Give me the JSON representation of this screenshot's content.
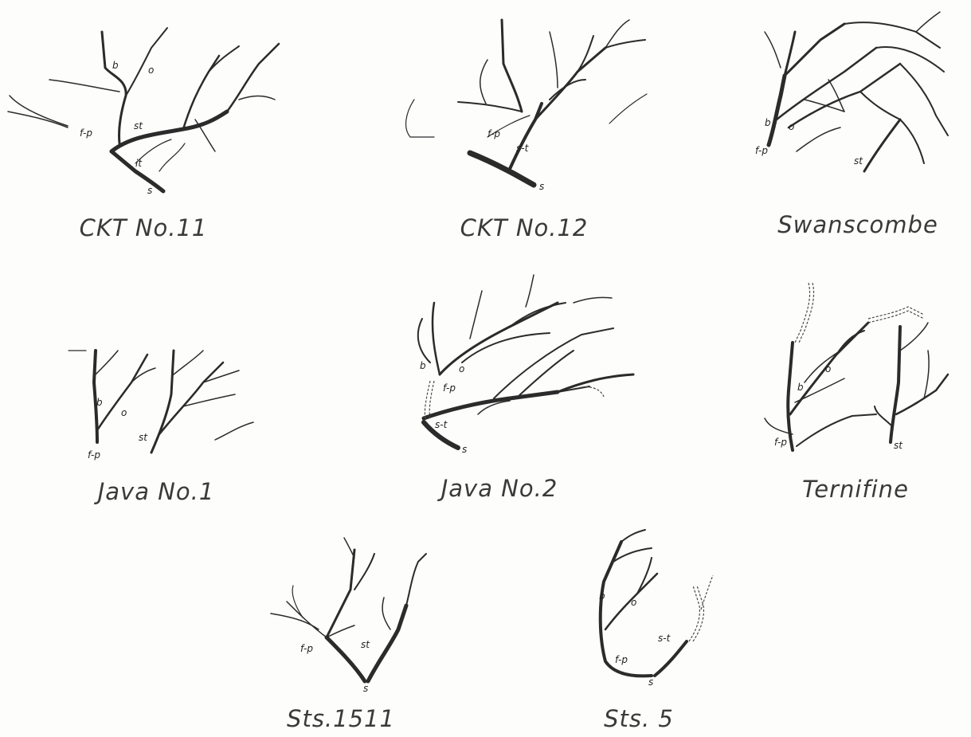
{
  "figures": [
    {
      "caption": "CKT No.11",
      "tags": [
        "b",
        "o",
        "f-p",
        "st",
        "it",
        "s"
      ]
    },
    {
      "caption": "CKT No.12",
      "tags": [
        "f-p",
        "s-t",
        "s"
      ]
    },
    {
      "caption": "Swanscombe",
      "tags": [
        "b",
        "o",
        "f-p",
        "st"
      ]
    },
    {
      "caption": "Java No.1",
      "tags": [
        "b",
        "o",
        "f-p",
        "st"
      ]
    },
    {
      "caption": "Java No.2",
      "tags": [
        "b",
        "o",
        "f-p",
        "s-t",
        "s"
      ]
    },
    {
      "caption": "Ternifine",
      "tags": [
        "o",
        "b",
        "f-p",
        "st"
      ]
    },
    {
      "caption": "Sts.1511",
      "tags": [
        "f-p",
        "st",
        "s"
      ]
    },
    {
      "caption": "Sts. 5",
      "tags": [
        "b",
        "o",
        "s-t",
        "f-p",
        "s"
      ]
    }
  ]
}
